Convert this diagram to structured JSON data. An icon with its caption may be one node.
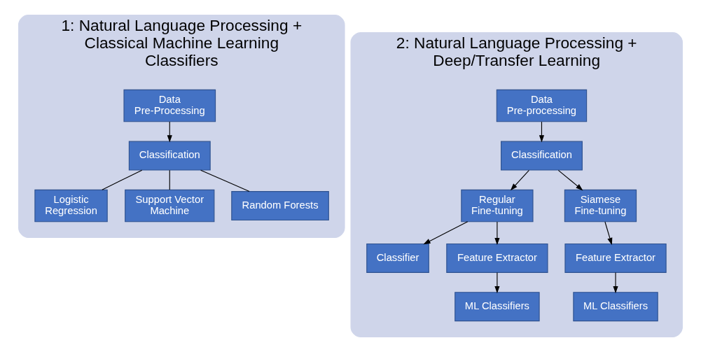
{
  "diagram": {
    "nodes": [
      {
        "text": [
          "1: Natural Language Processing + Classical Machine Learning Classifiers"
        ]
      },
      {
        "text": [
          "Data Pre-Processing"
        ],
        "in": 0
      },
      {
        "text": [
          "Classification"
        ],
        "in": 0
      },
      {
        "text": [
          "Logistic Regression"
        ],
        "in": 0
      },
      {
        "text": [
          "Support Vector Machine"
        ],
        "in": 0
      },
      {
        "text": [
          "Random Forests"
        ],
        "in": 0
      },
      {
        "text": [
          "2: Natural Language Processing + Deep/Transfer Learning"
        ]
      },
      {
        "text": [
          "Data Pre-processing"
        ],
        "in": 6
      },
      {
        "text": [
          "Classification"
        ],
        "in": 6
      },
      {
        "text": [
          "Regular Fine-tuning"
        ],
        "in": 6
      },
      {
        "text": [
          "Siamese Fine-tuning"
        ],
        "in": 6
      },
      {
        "text": [
          "Classifier"
        ],
        "in": 6
      },
      {
        "text": [
          "Feature Extractor"
        ],
        "in": 6
      },
      {
        "text": [
          "ML Classifiers"
        ],
        "in": 6
      },
      {
        "text": [
          "Feature Extractor"
        ],
        "in": 6
      },
      {
        "text": [
          "ML Classifiers"
        ],
        "in": 6
      }
    ],
    "edges": [
      {
        "from": 1,
        "to": 2,
        "arrow": "to"
      },
      {
        "from": 2,
        "to": 3,
        "arrow": "none"
      },
      {
        "from": 2,
        "to": 4,
        "arrow": "none"
      },
      {
        "from": 2,
        "to": 5,
        "arrow": "none"
      },
      {
        "from": 7,
        "to": 8,
        "arrow": "to"
      },
      {
        "from": 8,
        "to": 9,
        "arrow": "to"
      },
      {
        "from": 8,
        "to": 10,
        "arrow": "to"
      },
      {
        "from": 9,
        "to": 11,
        "arrow": "to"
      },
      {
        "from": 9,
        "to": 12,
        "arrow": "to"
      },
      {
        "from": 12,
        "to": 13,
        "arrow": "to"
      },
      {
        "from": 10,
        "to": 14,
        "arrow": "to"
      },
      {
        "from": 14,
        "to": 15,
        "arrow": "to"
      }
    ]
  }
}
